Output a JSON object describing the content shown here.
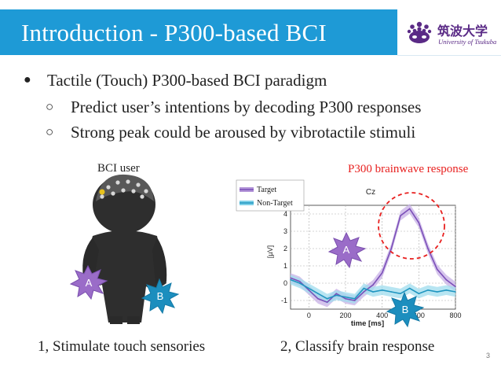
{
  "slide": {
    "title": "Introduction - P300-based BCI",
    "page_number": "3"
  },
  "logo": {
    "name_jp": "筑波大学",
    "name_en": "University of Tsukuba"
  },
  "bullets": [
    {
      "marker": "●",
      "text": "Tactile (Touch) P300-based BCI paradigm"
    },
    {
      "marker": "○",
      "text": "Predict user’s intentions by decoding P300 responses"
    },
    {
      "marker": "○",
      "text": "Strong peak could be aroused by vibrotactile stimuli"
    }
  ],
  "figure_left": {
    "label": "BCI user",
    "caption": "1, Stimulate touch sensories",
    "stimulus_a": "A",
    "stimulus_b": "B"
  },
  "figure_right": {
    "label": "P300 brainwave response",
    "caption": "2, Classify brain response",
    "stimulus_a": "A",
    "stimulus_b": "B"
  },
  "colors": {
    "title_bar": "#1e9ad6",
    "target": "#9a6cc8",
    "non_target": "#2ea6c9",
    "accent_red": "#e8201f",
    "logo_purple": "#5a2a86"
  },
  "chart_data": {
    "type": "line",
    "title": "Cz",
    "xlabel": "time [ms]",
    "ylabel": "[µV]",
    "xlim": [
      -100,
      800
    ],
    "ylim": [
      -1.5,
      4.5
    ],
    "x_ticks": [
      "0",
      "200",
      "400",
      "600",
      "800"
    ],
    "y_ticks": [
      "-1",
      "0",
      "1",
      "2",
      "3",
      "4"
    ],
    "grid": true,
    "legend_position": "top-left",
    "series": [
      {
        "name": "Target",
        "x": [
          -100,
          -50,
          0,
          50,
          100,
          150,
          200,
          250,
          300,
          350,
          400,
          450,
          500,
          550,
          600,
          650,
          700,
          750,
          800
        ],
        "y": [
          0.3,
          0.1,
          -0.4,
          -0.9,
          -1.1,
          -0.6,
          -0.9,
          -1.0,
          -0.5,
          -0.1,
          0.6,
          2.0,
          3.9,
          4.3,
          3.5,
          2.0,
          0.8,
          0.2,
          -0.2
        ]
      },
      {
        "name": "Non-Target",
        "x": [
          -100,
          -50,
          0,
          50,
          100,
          150,
          200,
          250,
          300,
          350,
          400,
          450,
          500,
          550,
          600,
          650,
          700,
          750,
          800
        ],
        "y": [
          0.2,
          0.0,
          -0.3,
          -0.6,
          -0.9,
          -0.7,
          -0.8,
          -0.9,
          -0.3,
          -0.5,
          -0.4,
          -0.5,
          -0.6,
          -0.3,
          -0.6,
          -0.4,
          -0.5,
          -0.4,
          -0.5
        ]
      }
    ]
  }
}
